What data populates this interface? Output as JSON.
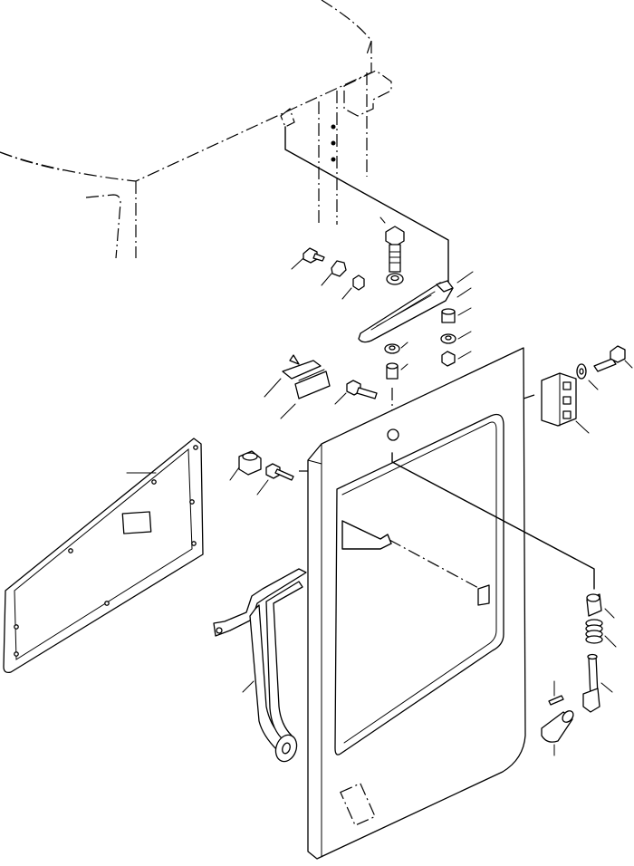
{
  "diagram": {
    "parts": [
      "cab-roof",
      "upper-hinge-arm",
      "hinge-bolt",
      "washer",
      "bushing",
      "lock-nut",
      "cap-nut",
      "striker-plate",
      "mounting-bolt",
      "side-hinge-bracket",
      "spacer",
      "interior-panel",
      "inside-handle-rod",
      "door-frame",
      "door-pin",
      "spring",
      "latch-pin",
      "roll-pin",
      "knob"
    ],
    "colors": {
      "line": "#000000",
      "background": "#ffffff"
    }
  }
}
